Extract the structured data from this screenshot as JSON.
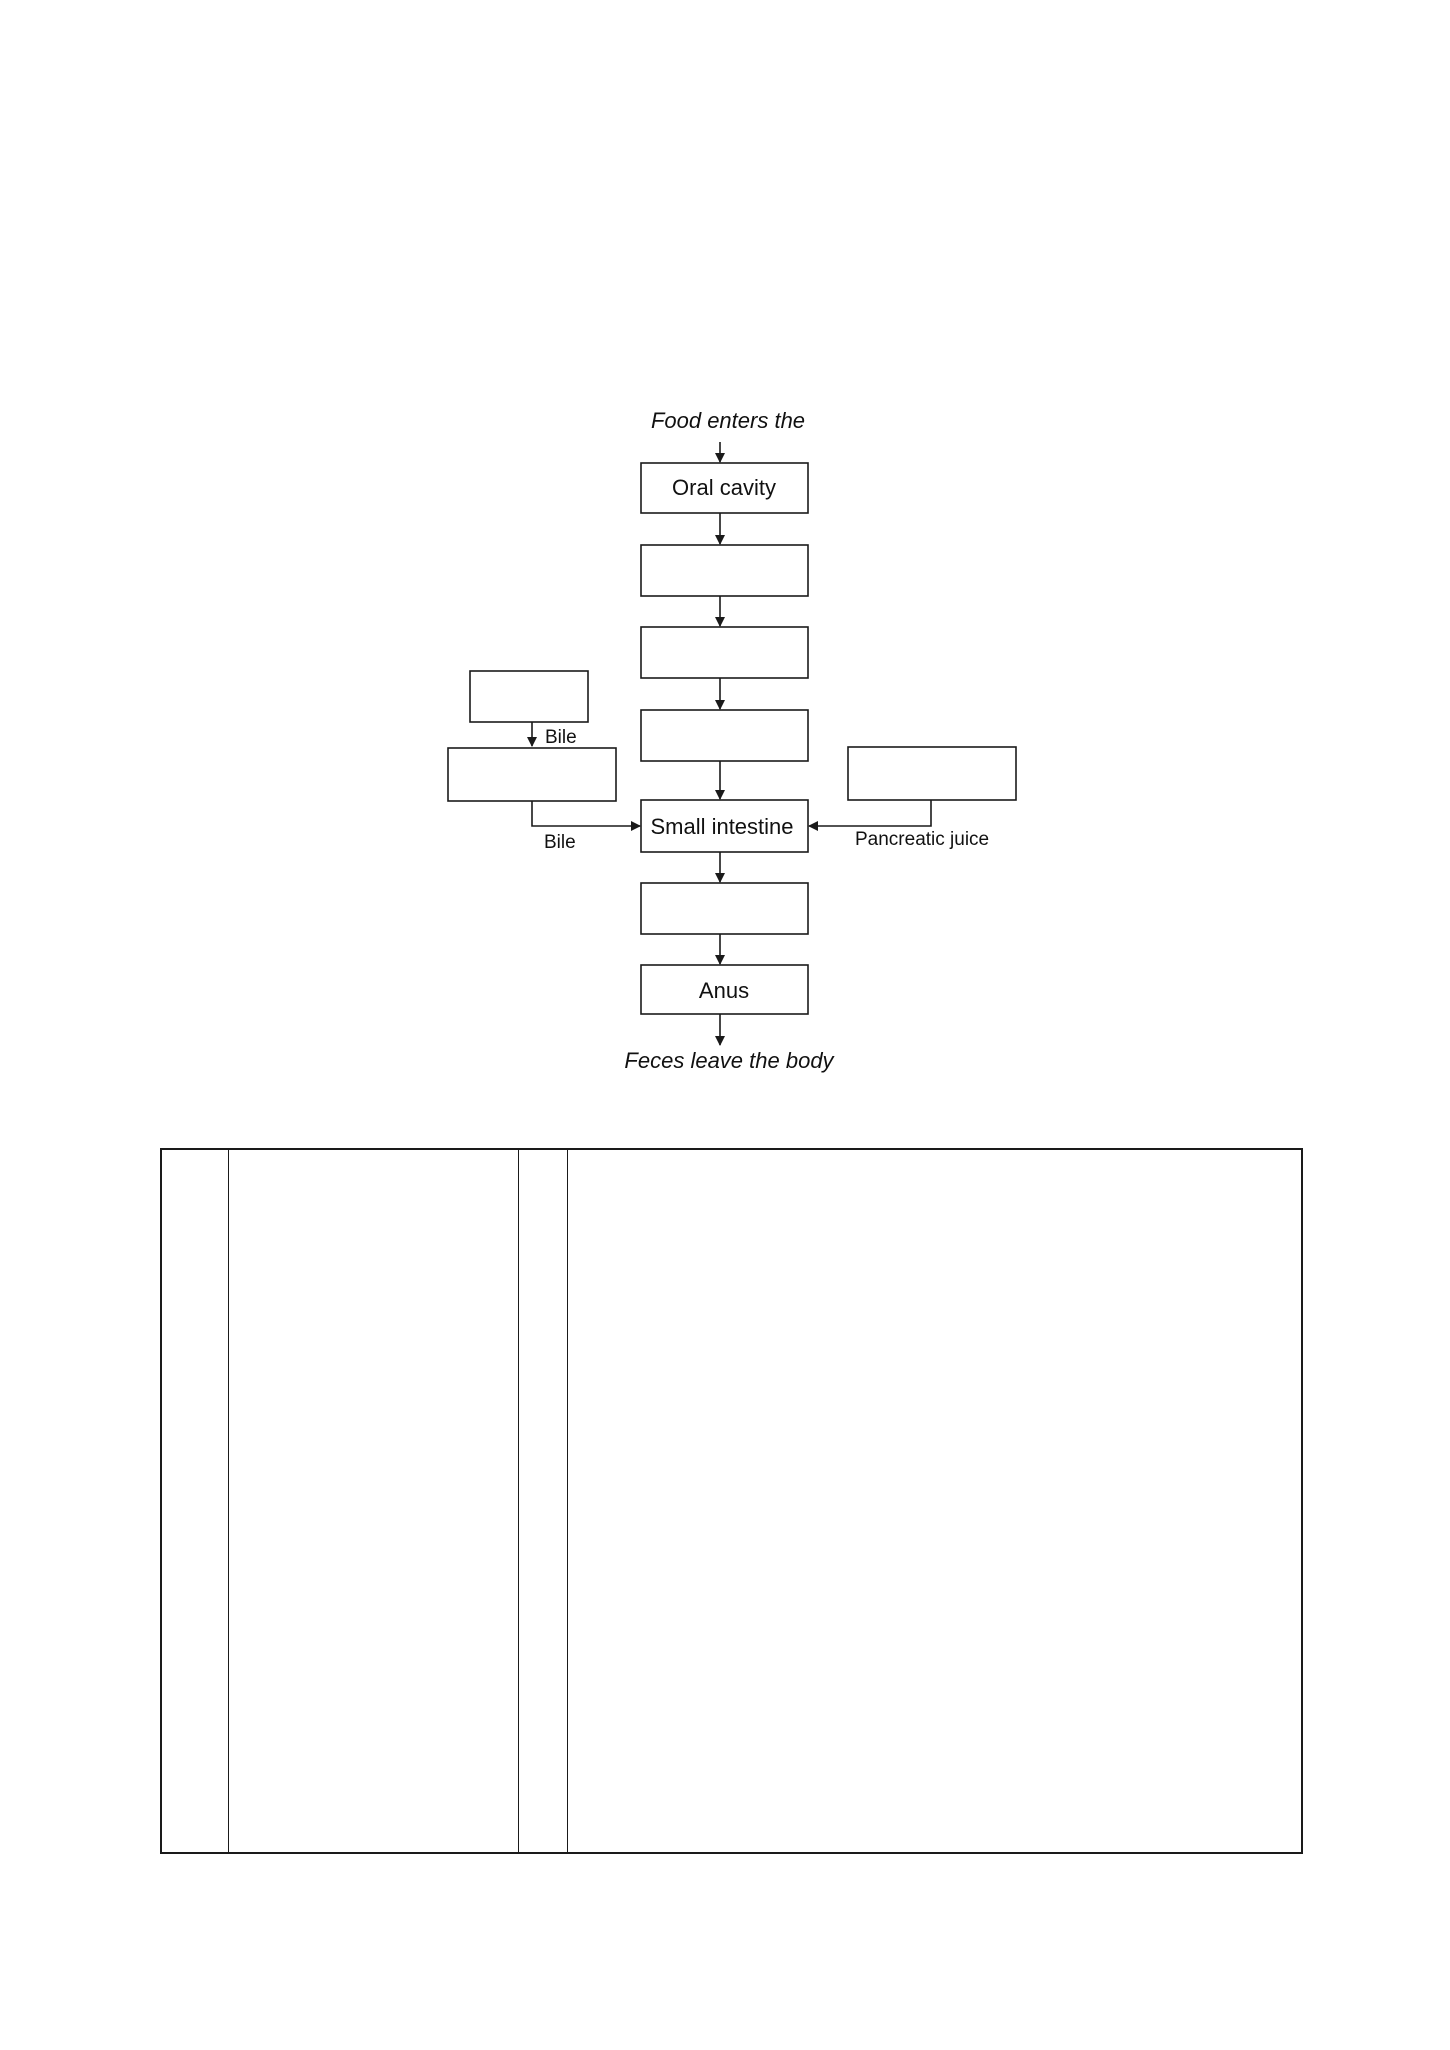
{
  "diagram": {
    "top_label": "Food enters the",
    "bottom_label": "Feces leave the body",
    "stages": [
      {
        "id": "oral-cavity",
        "label": "Oral cavity"
      },
      {
        "id": "blank-2",
        "label": ""
      },
      {
        "id": "blank-3",
        "label": ""
      },
      {
        "id": "blank-4",
        "label": ""
      },
      {
        "id": "small-intestine",
        "label": "Small intestine"
      },
      {
        "id": "blank-6",
        "label": ""
      },
      {
        "id": "anus",
        "label": "Anus"
      }
    ],
    "side_boxes": {
      "upper_left": {
        "label": ""
      },
      "lower_left": {
        "label": ""
      },
      "right": {
        "label": ""
      }
    },
    "connector_labels": {
      "bile_upper": "Bile",
      "bile_lower": "Bile",
      "pancreatic_juice": "Pancreatic juice"
    }
  },
  "table": {
    "rows": [
      {
        "cells": [
          "",
          "",
          "",
          ""
        ]
      }
    ]
  }
}
